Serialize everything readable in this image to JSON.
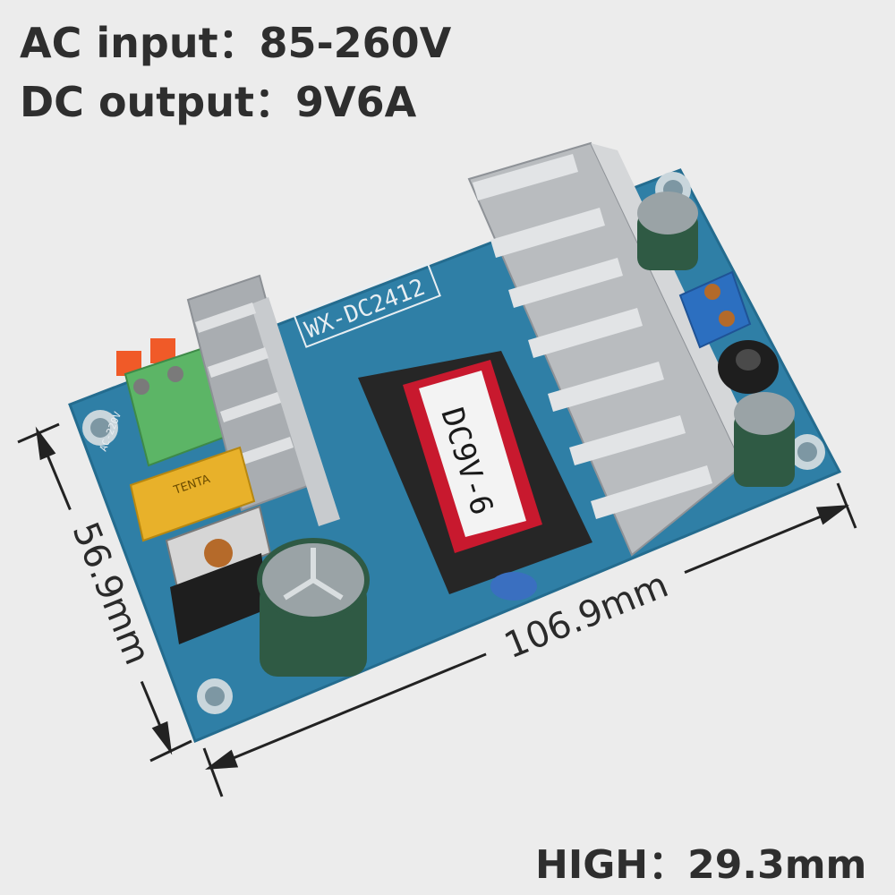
{
  "specs": {
    "ac_input": "AC input：85-260V",
    "dc_output": "DC output：9V6A",
    "height": "HIGH：29.3mm"
  },
  "dimensions": {
    "length": "106.9mm",
    "width": "56.9mm"
  },
  "board": {
    "model": "WX-DC2412",
    "transformer_label": "DC9V-6",
    "fuse_brand": "TENTA",
    "ac_marking": "AC-220V"
  },
  "colors": {
    "background": "#ececec",
    "pcb": "#2f7fa6",
    "heatsink": "#b9bcbf",
    "terminal_green": "#5cb566",
    "terminal_blue": "#2c6fc0",
    "transformer_tape": "#c8192e"
  }
}
